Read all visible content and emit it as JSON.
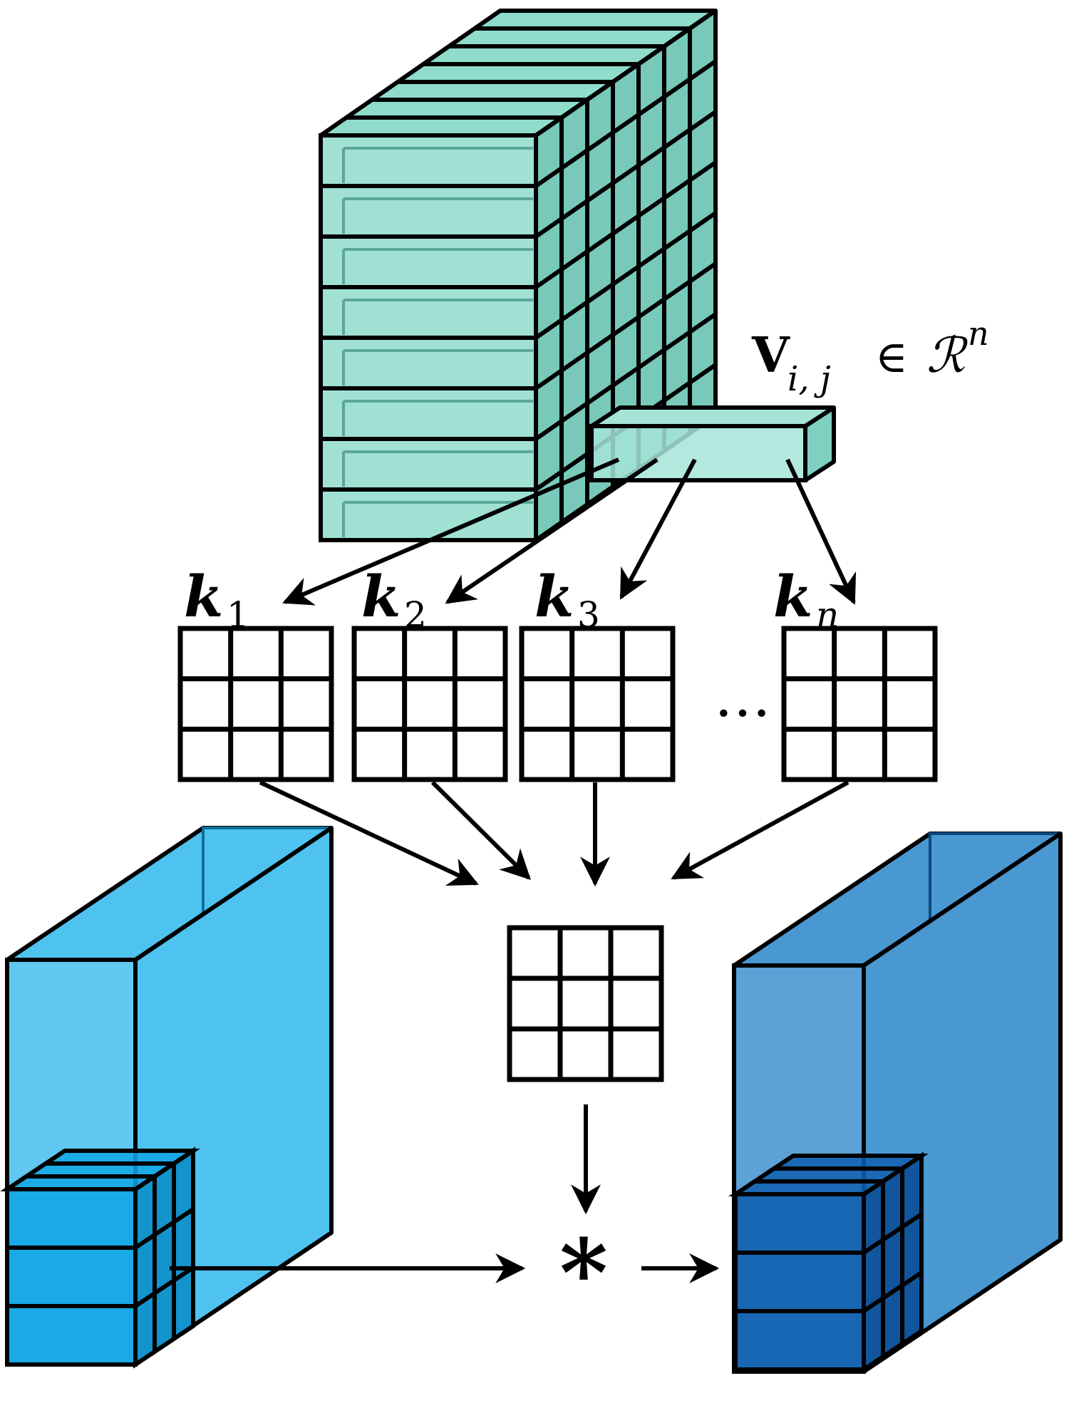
{
  "vector_label": {
    "V": "V",
    "sub": "i, j",
    "in": "∈",
    "R": "ℛ",
    "sup": "n"
  },
  "kernels": [
    {
      "k": "k",
      "sub": "1"
    },
    {
      "k": "k",
      "sub": "2"
    },
    {
      "k": "k",
      "sub": "3"
    },
    {
      "k": "k",
      "sub": "n"
    }
  ],
  "ellipsis": "…",
  "operator": "*",
  "colors": {
    "feature_tensor_fill": "#8fdccd",
    "input_volume_fill": "#4fc3f0",
    "input_patch_fill": "#12a6e6",
    "output_volume_fill": "#4a98d2",
    "output_patch_fill": "#1060b0",
    "stroke": "#000000"
  }
}
